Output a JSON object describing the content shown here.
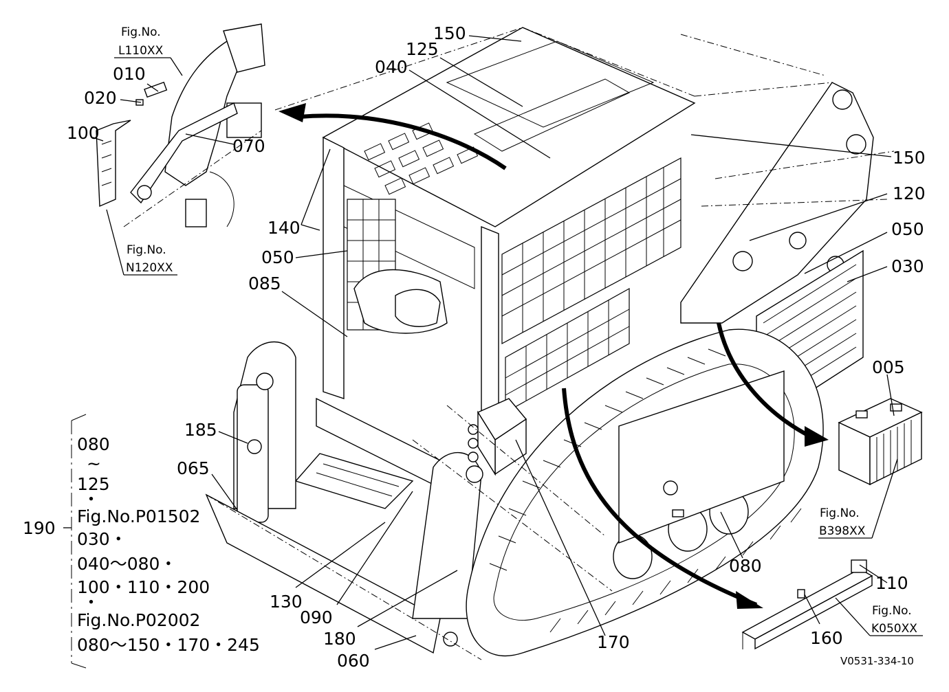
{
  "callouts": {
    "c150a": "150",
    "c125": "125",
    "c040": "040",
    "c010": "010",
    "c020": "020",
    "c100": "100",
    "c070": "070",
    "c140": "140",
    "c050a": "050",
    "c085": "085",
    "c150b": "150",
    "c120": "120",
    "c050b": "050",
    "c030": "030",
    "c005": "005",
    "c185": "185",
    "c065": "065",
    "c130": "130",
    "c090": "090",
    "c180": "180",
    "c060": "060",
    "c170": "170",
    "c080": "080",
    "c110": "110",
    "c160": "160",
    "c190": "190"
  },
  "fig_refs": {
    "top_left_title": "Fig.No.",
    "top_left_code": "L110XX",
    "mid_left_title": "Fig.No.",
    "mid_left_code": "N120XX",
    "battery_title": "Fig.No.",
    "battery_code": "B398XX",
    "rail_title": "Fig.No.",
    "rail_code": "K050XX"
  },
  "kit_list": {
    "lines": [
      "080",
      "~",
      "125",
      "・",
      "Fig.No.P01502",
      "030・",
      "040～080・",
      "100・110・200",
      "・",
      "Fig.No.P02002",
      "080～150・170・245"
    ]
  },
  "drawing_code": "V0531-334-10"
}
